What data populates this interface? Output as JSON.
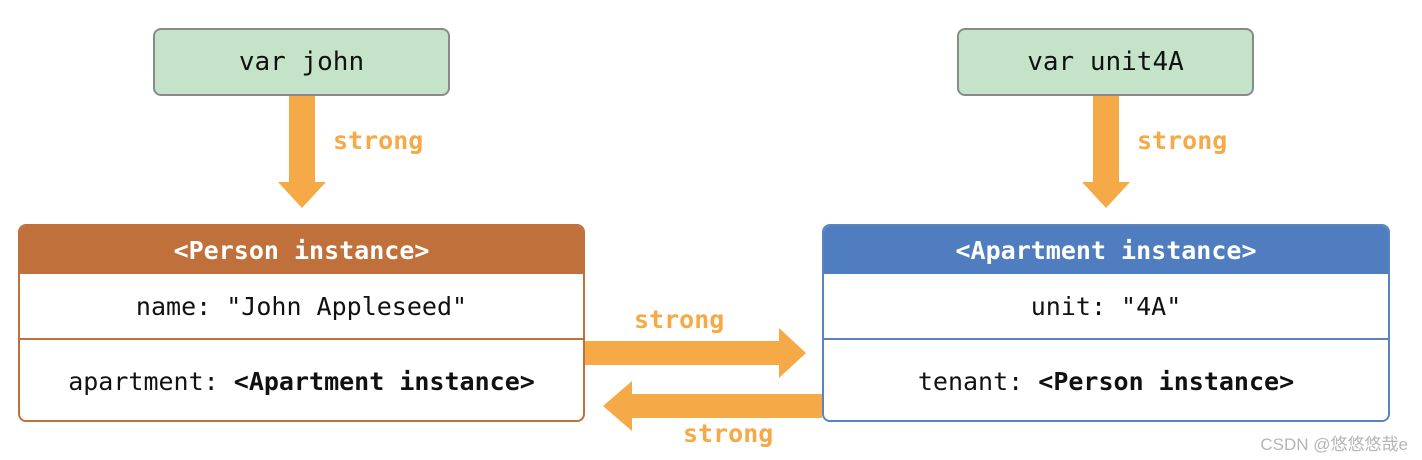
{
  "variables": {
    "john": "var john",
    "unit4a": "var unit4A"
  },
  "person": {
    "header": "<Person instance>",
    "name_key": "name: ",
    "name_value": "\"John Appleseed\"",
    "apartment_key": "apartment: ",
    "apartment_value": "<Apartment instance>"
  },
  "apartment": {
    "header": "<Apartment instance>",
    "unit_key": "unit: ",
    "unit_value": "\"4A\"",
    "tenant_key": "tenant: ",
    "tenant_value": "<Person instance>"
  },
  "references": {
    "john_to_person": "strong",
    "unit4a_to_apartment": "strong",
    "person_to_apartment": "strong",
    "apartment_to_person": "strong"
  },
  "watermark": "CSDN @悠悠悠哉e",
  "colors": {
    "variable_fill": "#c5e3c9",
    "person_accent": "#c0703a",
    "apartment_accent": "#4f7dbf",
    "arrow": "#f5a947"
  }
}
